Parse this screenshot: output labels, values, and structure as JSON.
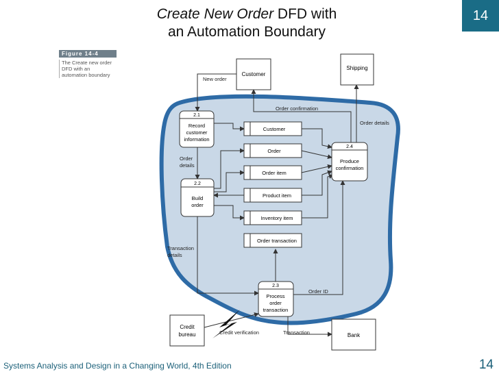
{
  "title": {
    "italic_part": "Create New Order",
    "rest_line1": " DFD with",
    "line2": "an Automation Boundary"
  },
  "chapter_number": "14",
  "footer": {
    "text": "Systems Analysis and Design in a Changing World, 4th Edition",
    "page_number": "14"
  },
  "figure": {
    "label": "Figure 14-4",
    "caption_line1": "The Create new order",
    "caption_line2": "DFD with an",
    "caption_line3": "automation boundary"
  },
  "colors": {
    "boundary_fill": "#c9d8e7",
    "boundary_stroke": "#2e6ba6",
    "chapter_box": "#1a6c86"
  },
  "external_entities": {
    "customer": "Customer",
    "shipping": "Shipping",
    "credit_bureau_line1": "Credit",
    "credit_bureau_line2": "bureau",
    "bank": "Bank"
  },
  "processes": {
    "p21": {
      "id": "2.1",
      "line1": "Record",
      "line2": "customer",
      "line3": "information"
    },
    "p22": {
      "id": "2.2",
      "line1": "Build",
      "line2": "order"
    },
    "p23": {
      "id": "2.3",
      "line1": "Process",
      "line2": "order",
      "line3": "transaction"
    },
    "p24": {
      "id": "2.4",
      "line1": "Produce",
      "line2": "confirmation"
    }
  },
  "data_stores": {
    "customer": "Customer",
    "order": "Order",
    "order_item": "Order item",
    "product_item": "Product item",
    "inventory_item": "Inventory item",
    "order_transaction": "Order transaction"
  },
  "flows": {
    "new_order": "New order",
    "order_confirmation": "Order confirmation",
    "order_details_right": "Order details",
    "order_details_left_1": "Order",
    "order_details_left_2": "details",
    "transaction_details_1": "Transaction",
    "transaction_details_2": "details",
    "order_id": "Order ID",
    "credit_verification": "Credit verification",
    "transaction": "Transaction"
  }
}
